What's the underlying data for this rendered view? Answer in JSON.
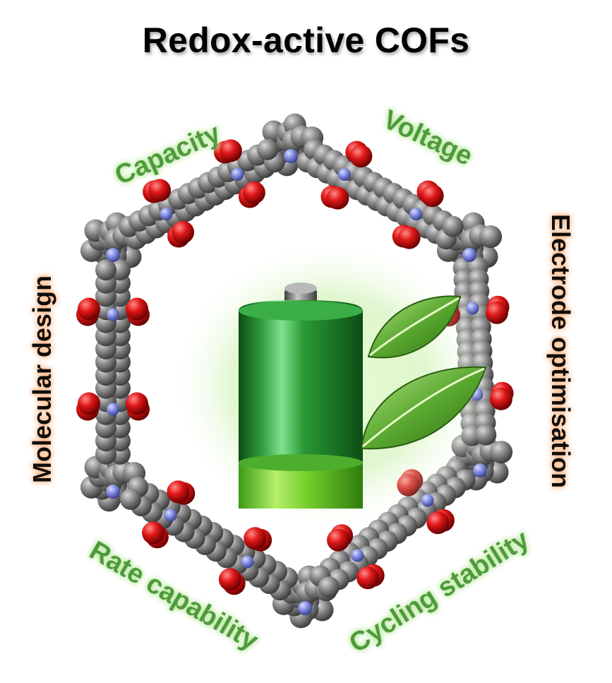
{
  "title": "Redox-active COFs",
  "labels": {
    "capacity": "Capacity",
    "voltage": "Voltage",
    "molecular_design": "Molecular design",
    "electrode_optimisation": "Electrode optimisation",
    "rate_capability": "Rate capability",
    "cycling_stability": "Cycling stability"
  },
  "colors": {
    "green_text": "#4e9a3a",
    "green_glow": "#b7e59f",
    "orange_glow": "#ffb07a",
    "carbon": "#8a8a8a",
    "oxygen": "#d61c1c",
    "nitrogen": "#7e88d8",
    "battery_green": "#1f8a2d",
    "leaf_green": "#4f9e2c"
  },
  "icons": {
    "battery": "battery-icon",
    "leaves": "leaf-icon"
  }
}
